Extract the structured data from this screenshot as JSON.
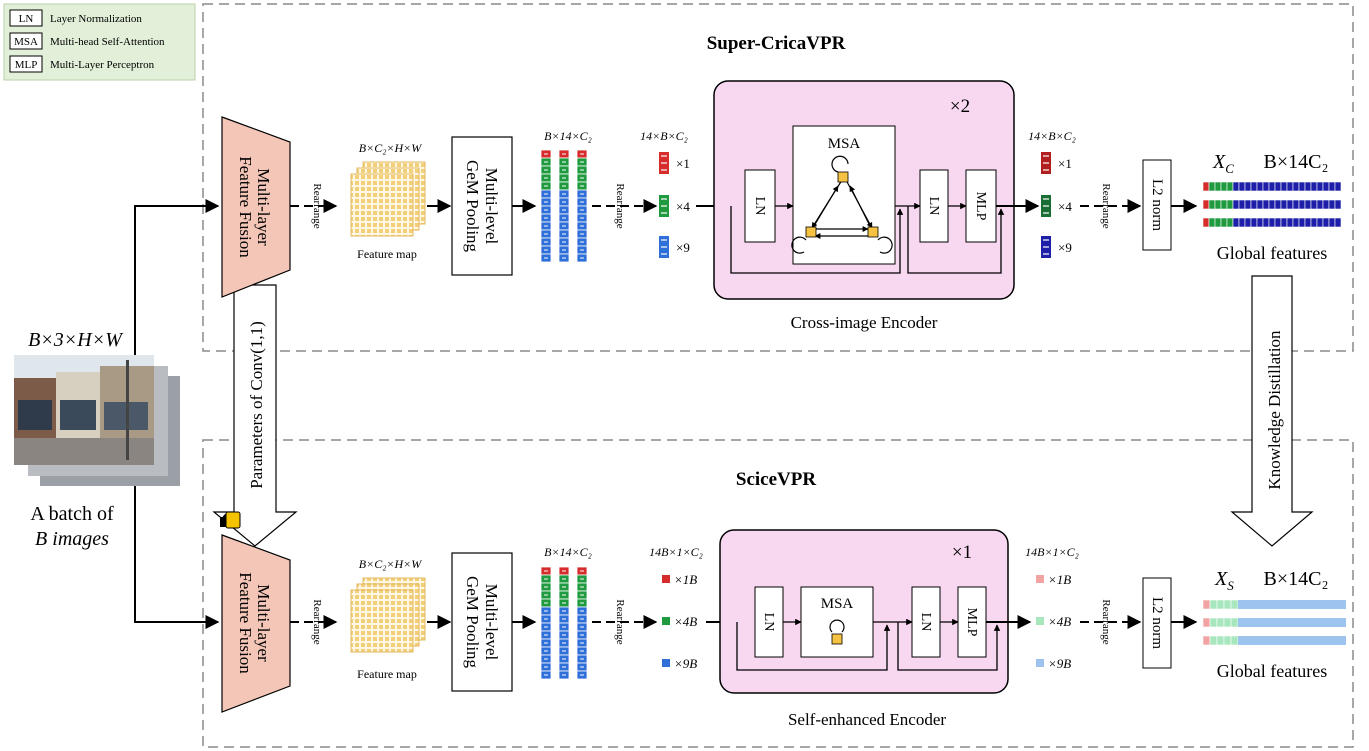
{
  "legend": {
    "items": [
      {
        "abbr": "LN",
        "text": "Layer Normalization"
      },
      {
        "abbr": "MSA",
        "text": "Multi-head Self-Attention"
      },
      {
        "abbr": "MLP",
        "text": "Multi-Layer Perceptron"
      }
    ]
  },
  "input": {
    "dims": "B×3×H×W",
    "caption_line1": "A batch of",
    "caption_line2": "B images"
  },
  "shared": {
    "conv_params": "Parameters of Conv(1,1)",
    "distillation": "Knowledge Distillation"
  },
  "top": {
    "title": "Super-CricaVPR",
    "fusion_line1": "Multi-layer",
    "fusion_line2": "Feature Fusion",
    "rearrange": "Rearrange",
    "fmap_dims": "B×C₂×H×W",
    "fmap_label": "Feature map",
    "gem_line1": "Multi-level",
    "gem_line2": "GeM Pooling",
    "gem_out_dims": "B×14×C₂",
    "tokens_dims_in": "14×B×C₂",
    "tokens_dims_out": "14×B×C₂",
    "mult": [
      "×1",
      "×4",
      "×9"
    ],
    "encoder_repeat": "×2",
    "encoder_label": "Cross-image Encoder",
    "ln": "LN",
    "msa": "MSA",
    "mlp": "MLP",
    "norm": "L2 norm",
    "feat_symbol": "X_C",
    "feat_dims": "B×14C₂",
    "global_label": "Global features"
  },
  "bottom": {
    "title": "SciceVPR",
    "fusion_line1": "Multi-layer",
    "fusion_line2": "Feature Fusion",
    "rearrange": "Rearrange",
    "fmap_dims": "B×C₂×H×W",
    "fmap_label": "Feature map",
    "gem_line1": "Multi-level",
    "gem_line2": "GeM Pooling",
    "gem_out_dims": "B×14×C₂",
    "tokens_dims_in": "14B×1×C₂",
    "tokens_dims_out": "14B×1×C₂",
    "mult": [
      "×1B",
      "×4B",
      "×9B"
    ],
    "encoder_repeat": "×1",
    "encoder_label": "Self-enhanced Encoder",
    "ln": "LN",
    "msa": "MSA",
    "mlp": "MLP",
    "norm": "L2 norm",
    "feat_symbol": "X_S",
    "feat_dims": "B×14C₂",
    "global_label": "Global features"
  },
  "colors": {
    "encoder_fill": "#f8d7f0",
    "fusion_fill": "#f4c6b7",
    "legend_fill": "#e2f0d9",
    "red": "#d62c2c",
    "green": "#1f9a3f",
    "blue": "#2e6fd8",
    "navy": "#1d1fa8",
    "light_red": "#f2a4a4",
    "light_green": "#a8e6bd",
    "light_blue": "#9dc3ef",
    "lock": "#f5c200"
  }
}
